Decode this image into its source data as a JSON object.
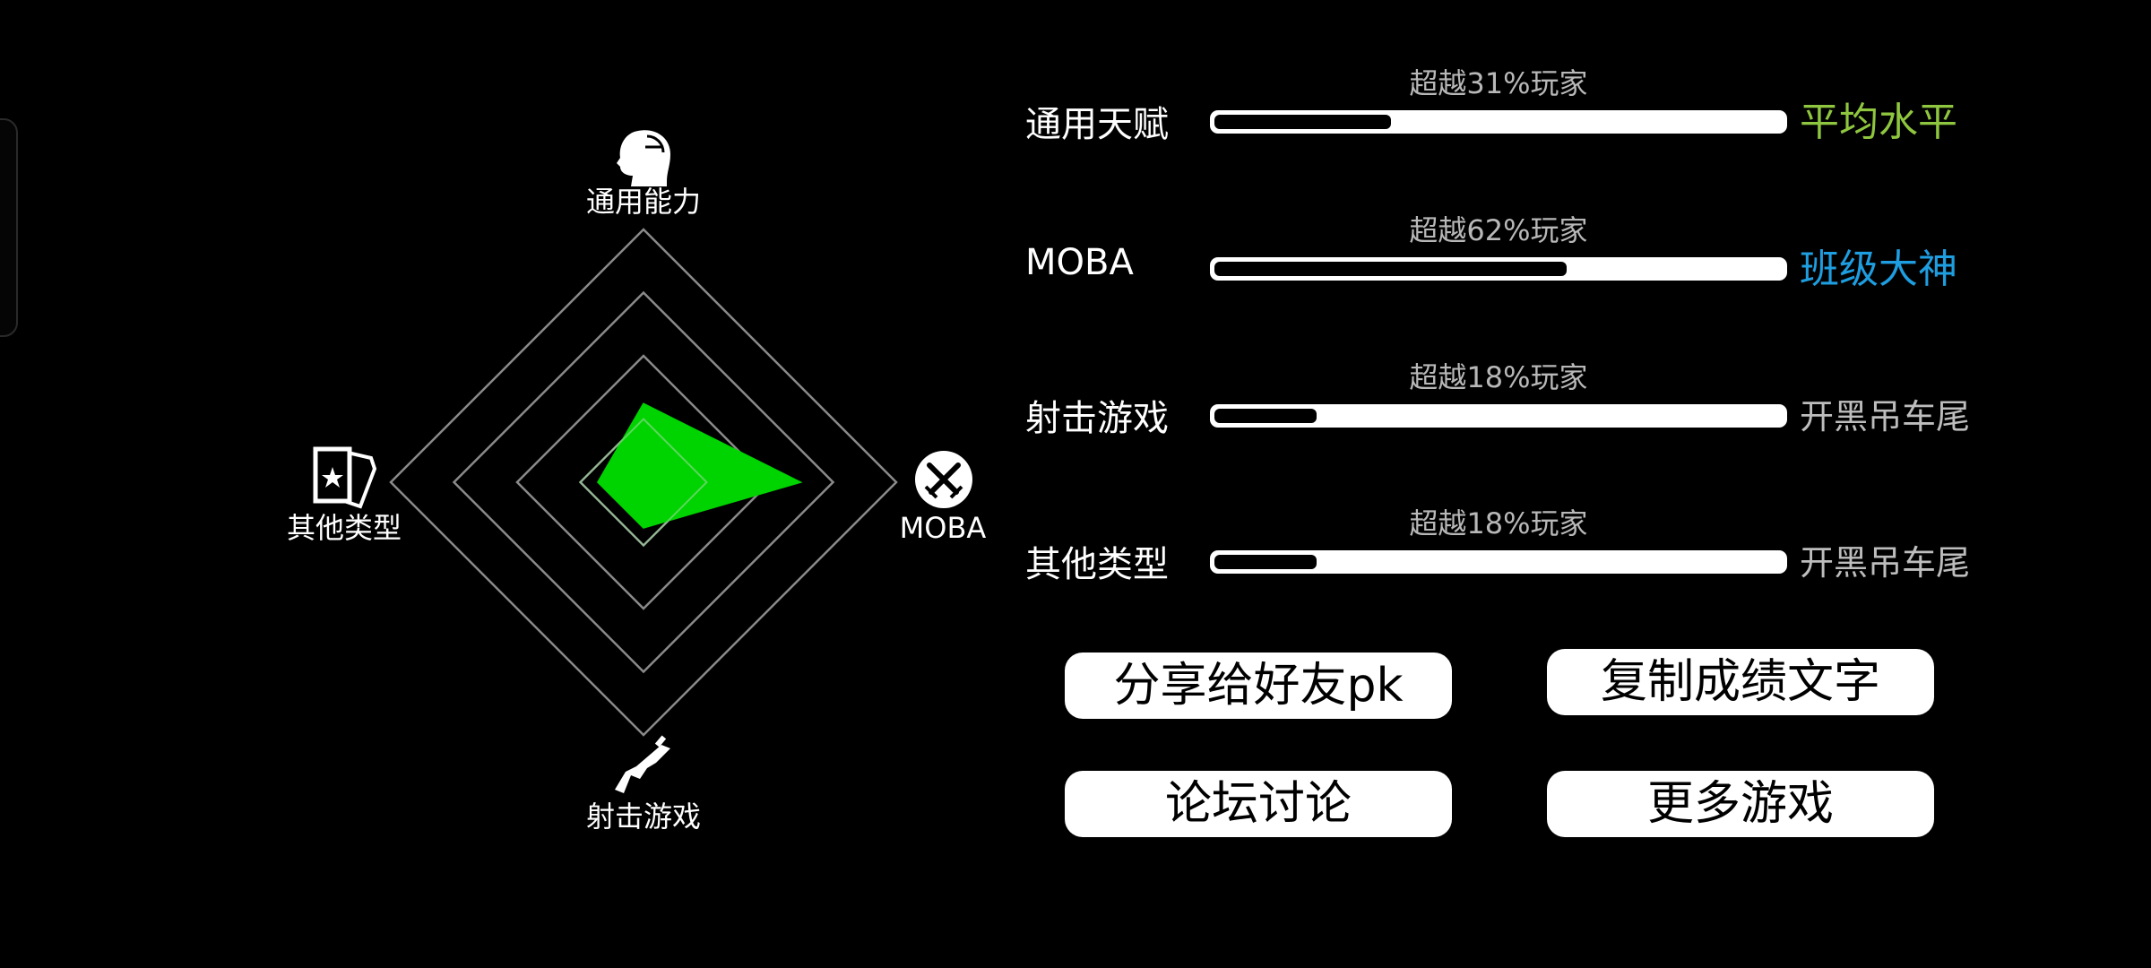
{
  "radar": {
    "axes": [
      {
        "label": "通用能力",
        "icon": "head-icon",
        "value": 0.31
      },
      {
        "label": "MOBA",
        "icon": "crossed-swords-icon",
        "value": 0.62
      },
      {
        "label": "射击游戏",
        "icon": "gun-icon",
        "value": 0.18
      },
      {
        "label": "其他类型",
        "icon": "star-card-icon",
        "value": 0.18
      }
    ],
    "rings": 4,
    "fill_color": "#00d400"
  },
  "categories": [
    {
      "name": "通用天赋",
      "percent_text": "超越31%玩家",
      "percent": 0.31,
      "level": "平均水平",
      "level_color": "#8fc63f"
    },
    {
      "name": "MOBA",
      "percent_text": "超越62%玩家",
      "percent": 0.62,
      "level": "班级大神",
      "level_color": "#1e9ee0"
    },
    {
      "name": "射击游戏",
      "percent_text": "超越18%玩家",
      "percent": 0.18,
      "level": "开黑吊车尾",
      "level_color": "#bdbdbd"
    },
    {
      "name": "其他类型",
      "percent_text": "超越18%玩家",
      "percent": 0.18,
      "level": "开黑吊车尾",
      "level_color": "#bdbdbd"
    }
  ],
  "buttons": {
    "share": "分享给好友pk",
    "copy": "复制成绩文字",
    "forum": "论坛讨论",
    "more": "更多游戏"
  }
}
